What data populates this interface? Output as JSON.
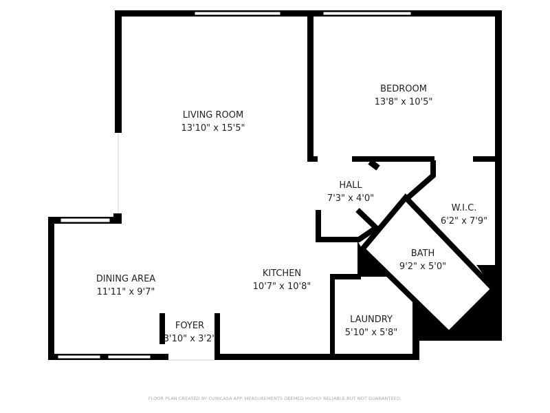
{
  "rooms": {
    "living_room": {
      "name": "LIVING ROOM",
      "size": "13'10\" x 15'5\""
    },
    "bedroom": {
      "name": "BEDROOM",
      "size": "13'8\" x 10'5\""
    },
    "hall": {
      "name": "HALL",
      "size": "7'3\" x 4'0\""
    },
    "wic": {
      "name": "W.I.C.",
      "size": "6'2\" x 7'9\""
    },
    "bath": {
      "name": "BATH",
      "size": "9'2\" x 5'0\""
    },
    "dining_area": {
      "name": "DINING AREA",
      "size": "11'11\" x 9'7\""
    },
    "kitchen": {
      "name": "KITCHEN",
      "size": "10'7\" x 10'8\""
    },
    "laundry": {
      "name": "LAUNDRY",
      "size": "5'10\" x 5'8\""
    },
    "foyer": {
      "name": "FOYER",
      "size": "3'10\" x 3'2\""
    }
  },
  "footer": "FLOOR PLAN CREATED BY CUBICASA APP. MEASUREMENTS DEEMED HIGHLY RELIABLE BUT NOT GUARANTEED.",
  "colors": {
    "wall": "#000000",
    "window": "#ffffff",
    "text": "#222222",
    "footer": "#aaaaaa"
  }
}
